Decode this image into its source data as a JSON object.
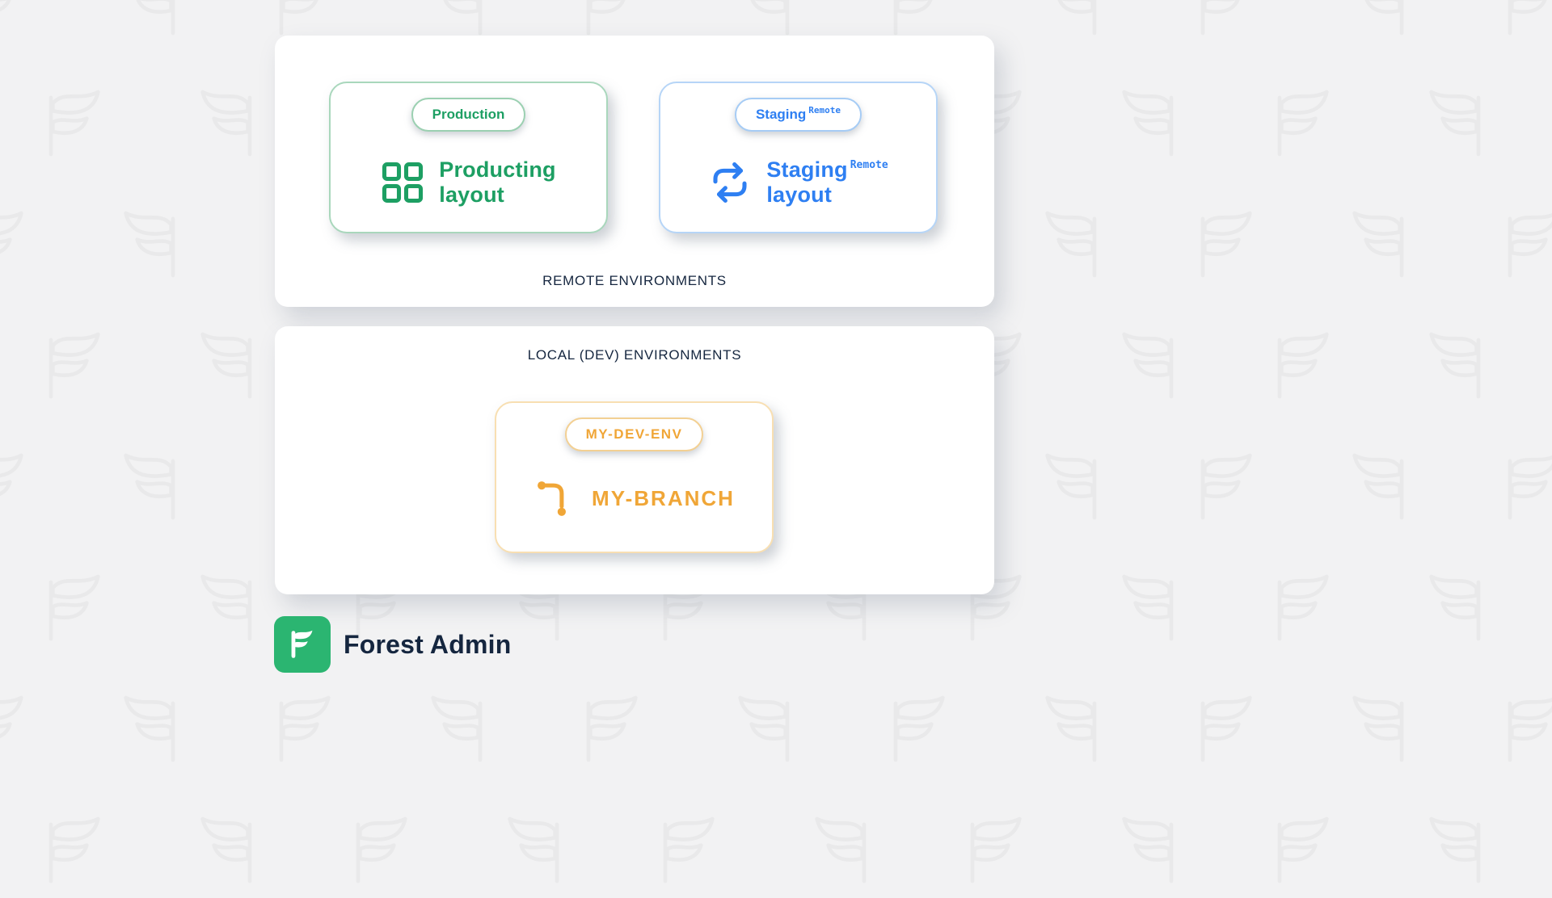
{
  "remote": {
    "section_label": "REMOTE ENVIRONMENTS",
    "production": {
      "badge": "Production",
      "line1": "Producting",
      "line2": "layout"
    },
    "staging": {
      "badge": "Staging",
      "badge_sup": "Remote",
      "line1": "Staging",
      "sup": "Remote",
      "line2": "layout"
    }
  },
  "local": {
    "section_label": "LOCAL (DEV) ENVIRONMENTS",
    "dev_env": {
      "badge": "MY-DEV-ENV",
      "branch": "MY-BRANCH"
    }
  },
  "footer": {
    "brand": "Forest Admin"
  },
  "colors": {
    "green": "#1d9f63",
    "green_border": "#a9d7bc",
    "blue": "#2e7ff2",
    "blue_border": "#b6d5f7",
    "orange": "#f0a637",
    "orange_border": "#f8dfb2",
    "navy_text": "#15263f",
    "logo_green": "#2bb571",
    "background": "#f2f2f3"
  }
}
